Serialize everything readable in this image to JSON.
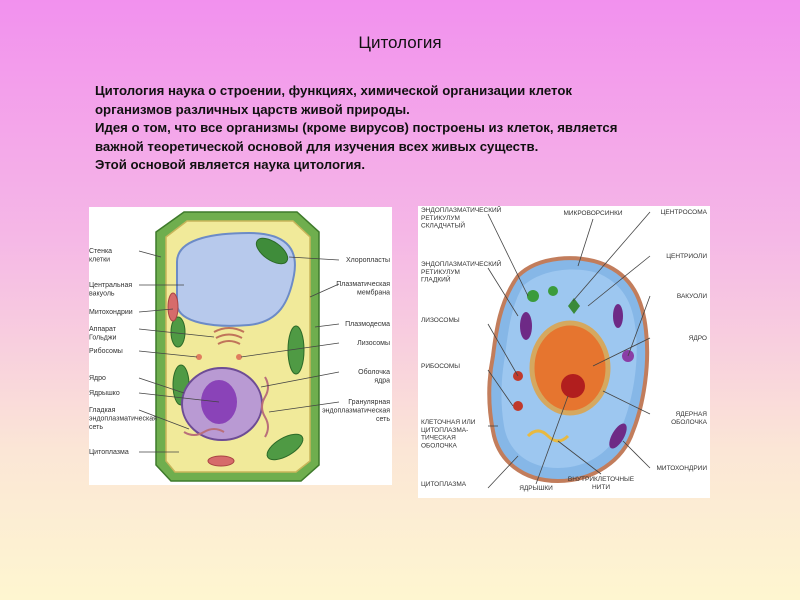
{
  "title": "Цитология",
  "intro": [
    "Цитология наука о строении, функциях, химической организации клеток",
    "организмов различных царств живой природы.",
    "Идея о том, что все организмы (кроме вирусов) построены из клеток, является",
    "важной теоретической основой для изучения всех живых существ.",
    "Этой основой является наука цитология."
  ],
  "plant_cell": {
    "left_labels": [
      [
        "Стенка",
        "клетки"
      ],
      [
        "Центральная",
        "вакуоль"
      ],
      [
        "Митохондрии"
      ],
      [
        "Аппарат",
        "Гольджи"
      ],
      [
        "Рибосомы"
      ],
      [
        "Ядро"
      ],
      [
        "Ядрышко"
      ],
      [
        "Гладкая",
        "эндоплазматическая",
        "сеть"
      ],
      [
        "Цитоплазма"
      ]
    ],
    "right_labels": [
      [
        "Хлоропласты"
      ],
      [
        "Плазматическая",
        "мембрана"
      ],
      [
        "Плазмодесма"
      ],
      [
        "Лизосомы"
      ],
      [
        "Оболочка",
        "ядра"
      ],
      [
        "Гранулярная",
        "эндоплазматическая",
        "сеть"
      ]
    ]
  },
  "animal_cell": {
    "left_labels": [
      [
        "ЭНДОПЛАЗМАТИЧЕСКИЙ",
        "РЕТИКУЛУМ",
        "СКЛАДЧАТЫЙ"
      ],
      [
        "ЭНДОПЛАЗМАТИЧЕСКИЙ",
        "РЕТИКУЛУМ",
        "ГЛАДКИЙ"
      ],
      [
        "ЛИЗОСОМЫ"
      ],
      [
        "РИБОСОМЫ"
      ],
      [
        "КЛЕТОЧНАЯ ИЛИ",
        "ЦИТОПЛАЗМА-",
        "ТИЧЕСКАЯ",
        "ОБОЛОЧКА"
      ],
      [
        "ЦИТОПЛАЗМА"
      ]
    ],
    "right_labels": [
      [
        "ЦЕНТРОСОМА"
      ],
      [
        "ЦЕНТРИОЛИ"
      ],
      [
        "ВАКУОЛИ"
      ],
      [
        "ЯДРО"
      ],
      [
        "ЯДЕРНАЯ",
        "ОБОЛОЧКА"
      ],
      [
        "МИТОХОНДРИИ"
      ]
    ],
    "top_label": [
      "МИКРОВОРСИНКИ"
    ],
    "bottom_labels": [
      [
        "ЯДРЫШКИ"
      ],
      [
        "ВНУТРИКЛЕТОЧНЫЕ",
        "НИТИ"
      ]
    ]
  }
}
